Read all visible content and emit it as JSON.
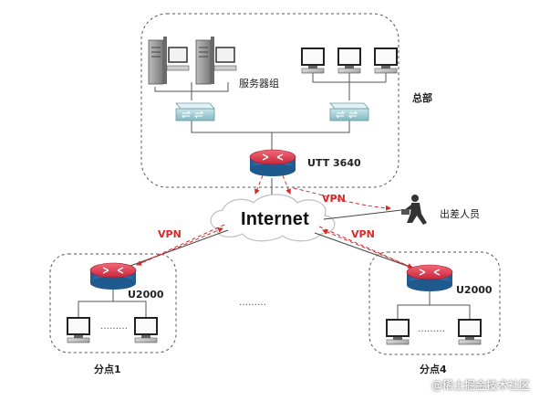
{
  "colors": {
    "vpn_link": "#d42a2a",
    "router_blue": "#2d6fa8",
    "router_red": "#e0364a",
    "switch_green": "#8bc4cc",
    "dashed_border": "#555555"
  },
  "headquarters": {
    "label": "总部",
    "server_group_label": "服务器组",
    "router_label": "UTT 3640"
  },
  "internet": {
    "label": "Internet"
  },
  "remote_user": {
    "label": "出差人员",
    "icon": "running-person-icon"
  },
  "vpn_labels": [
    "VPN",
    "VPN",
    "VPN"
  ],
  "branch_left": {
    "router_label": "U2000",
    "site_label": "分点1",
    "ellipsis": "………"
  },
  "branch_right": {
    "router_label": "U2000",
    "site_label": "分点4",
    "ellipsis": "………"
  },
  "middle_ellipsis": "………",
  "watermark": "@稀土掘金技术社区"
}
